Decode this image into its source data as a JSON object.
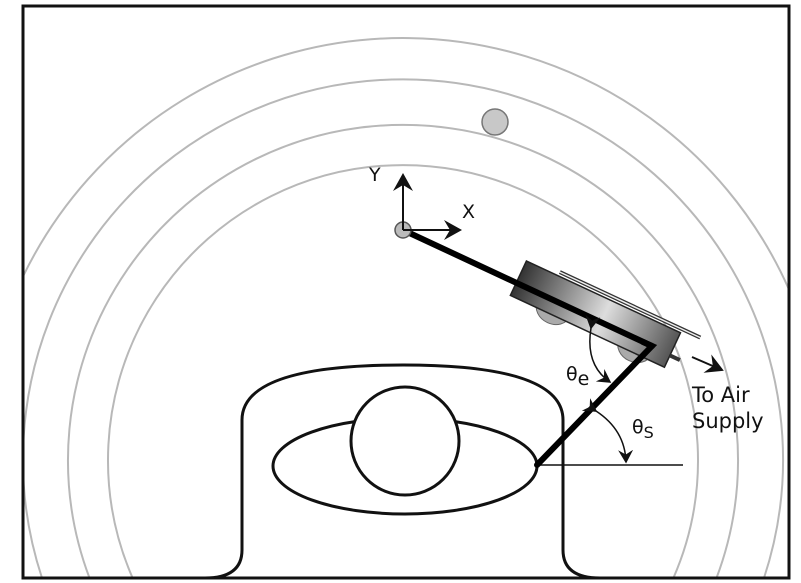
{
  "labels": {
    "y_axis": "Y",
    "x_axis": "X",
    "theta_e": "θ",
    "theta_e_sub": "e",
    "theta_s": "θ",
    "theta_s_sub": "S",
    "air_supply_line1": "To Air",
    "air_supply_line2": "Supply"
  },
  "colors": {
    "frame": "#111111",
    "arcs": "#b8b8b8",
    "target": "#c8c8c8"
  }
}
